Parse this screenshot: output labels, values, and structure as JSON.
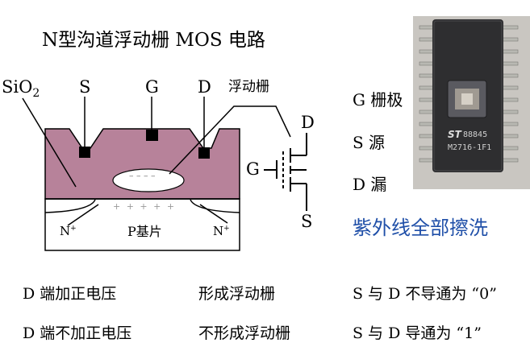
{
  "title": "N型沟道浮动栅 MOS 电路",
  "labels": {
    "sio2": "SiO",
    "sio2_sub": "2",
    "source": "S",
    "gate": "G",
    "drain": "D",
    "floating_gate": "浮动栅",
    "n_plus_left": "N",
    "n_plus_right": "N",
    "plus_sup": "+",
    "substrate": "P基片",
    "sym_drain": "D",
    "sym_gate": "G",
    "sym_source": "S",
    "oxide_charge": "– – – –",
    "channel_charge": "+ + + + +"
  },
  "legend": {
    "g": "G 栅极",
    "s": "S 源",
    "d": "D 漏"
  },
  "uv_erase": "紫外线全部擦洗",
  "chip": {
    "logo": "ST",
    "code": "88845",
    "model": "M2716-1F1"
  },
  "table": [
    [
      "D 端加正电压",
      "形成浮动栅",
      "S 与 D 不导通为 “0”"
    ],
    [
      "D 端不加正电压",
      "不形成浮动栅",
      "S 与 D 导通为 “1”"
    ]
  ],
  "colors": {
    "oxide": "#b7829a",
    "chip_body": "#2e2e30",
    "chip_pins": "#b8b8b2",
    "accent_blue": "#1f4fa8"
  }
}
